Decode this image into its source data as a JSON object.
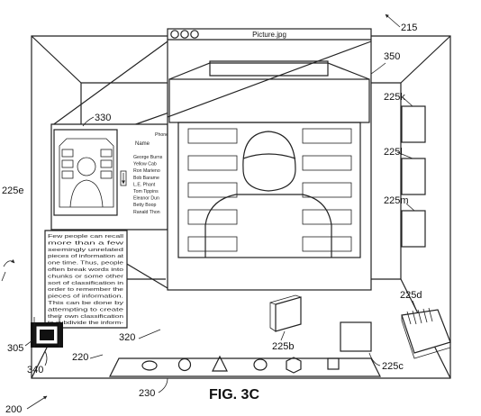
{
  "labels": {
    "ref_215": "215",
    "ref_350": "350",
    "ref_330": "330",
    "ref_225e": "225e",
    "ref_225k": "225k",
    "ref_225l": "225l",
    "ref_225m": "225m",
    "ref_225d": "225d",
    "ref_225b": "225b",
    "ref_225c": "225c",
    "ref_320": "320",
    "ref_305": "305",
    "ref_340": "340",
    "ref_220": "220",
    "ref_230": "230",
    "ref_200": "200"
  },
  "figure_caption": "FIG. 3C",
  "picture_window": {
    "title": "Picture.jpg"
  },
  "phone_list": {
    "header": "Phone",
    "column": "Name",
    "entries": [
      "George Burns",
      "Yellow Cab",
      "Ron Marieno",
      "Bob Barame",
      "L.E. Phant",
      "Tom Tippins",
      "Eleanor Dun",
      "Betty Boop",
      "Ranald Thon"
    ]
  },
  "text_document": {
    "lines": [
      "Few people can recall",
      "more than a few",
      "seemingly unrelated",
      "pieces of information at",
      "one time. Thus, people",
      "often break words into",
      "chunks or some other",
      "sort of classification in",
      "order to remember the",
      "pieces of information.",
      "This can be done by",
      "attempting to create",
      "their own classification",
      "to subdivide the inform-"
    ]
  },
  "shapes_on_shelf": [
    "oval",
    "circle",
    "triangle",
    "oval",
    "hexagon",
    "square"
  ]
}
